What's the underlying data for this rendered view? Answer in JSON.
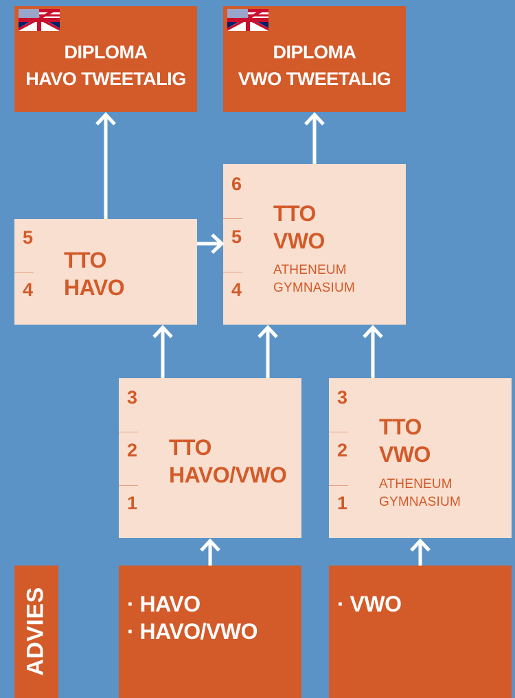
{
  "diploma_havo": {
    "line1": "DIPLOMA",
    "line2": "HAVO TWEETALIG",
    "flag_icon": "uk-us-flag-icon"
  },
  "diploma_vwo": {
    "line1": "DIPLOMA",
    "line2": "VWO TWEETALIG",
    "flag_icon": "uk-us-flag-icon"
  },
  "tto_havo": {
    "years": [
      "5",
      "4"
    ],
    "line1": "TTO",
    "line2": "HAVO"
  },
  "tto_vwo_upper": {
    "years": [
      "6",
      "5",
      "4"
    ],
    "line1": "TTO",
    "line2": "VWO",
    "sub1": "ATHENEUM",
    "sub2": "GYMNASIUM"
  },
  "tto_havo_vwo": {
    "years": [
      "3",
      "2",
      "1"
    ],
    "line1": "TTO",
    "line2": "HAVO/VWO"
  },
  "tto_vwo_lower": {
    "years": [
      "3",
      "2",
      "1"
    ],
    "line1": "TTO",
    "line2": "VWO",
    "sub1": "ATHENEUM",
    "sub2": "GYMNASIUM"
  },
  "advies": {
    "label": "ADVIES",
    "havo_items": [
      "· HAVO",
      "· HAVO/VWO"
    ],
    "vwo_items": [
      "· VWO"
    ]
  },
  "colors": {
    "background": "#5b93c6",
    "orange": "#d35a29",
    "light_box": "#f8dfd0",
    "arrow": "#ffffff"
  }
}
